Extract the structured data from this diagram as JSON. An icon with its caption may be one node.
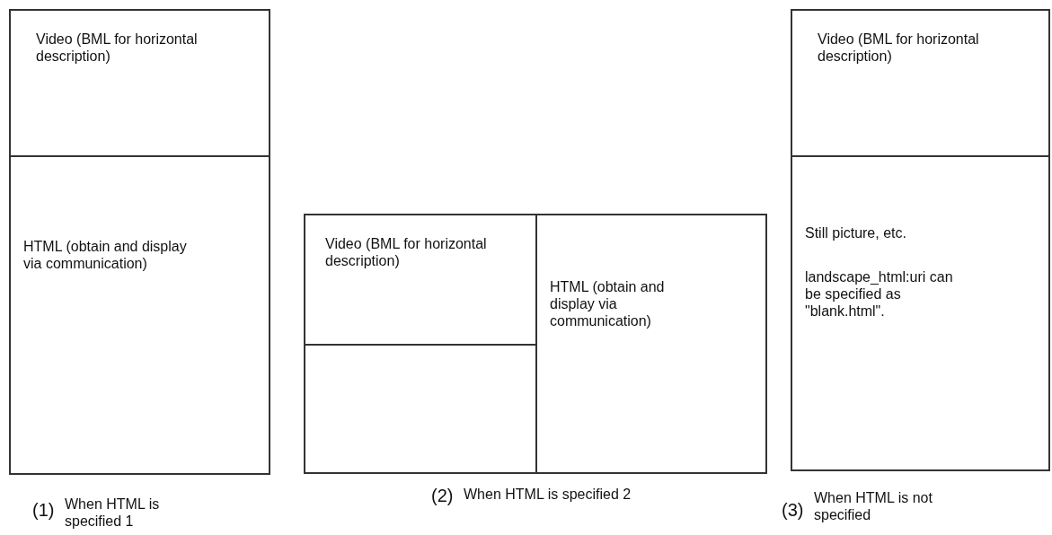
{
  "diagram": {
    "nodes": [
      {
        "text": [
          "Video (BML for horizontal description)"
        ]
      },
      {
        "text": [
          "HTML (obtain and display via communication)"
        ]
      },
      {
        "text": [
          "Video (BML for horizontal description)"
        ]
      },
      {
        "text": [],
        "shape": "box"
      },
      {
        "text": [
          "HTML (obtain and display via communication)"
        ]
      },
      {
        "text": [
          "Video (BML for horizontal description)"
        ]
      },
      {
        "text": [
          "Still picture, etc.",
          "landscape_html:uri can be specified as \"blank.html\"."
        ]
      }
    ],
    "labels": [
      "(1)",
      "When HTML is specified 1",
      "(2)",
      "When HTML is specified 2",
      "(3)",
      "When HTML is not specified"
    ]
  }
}
